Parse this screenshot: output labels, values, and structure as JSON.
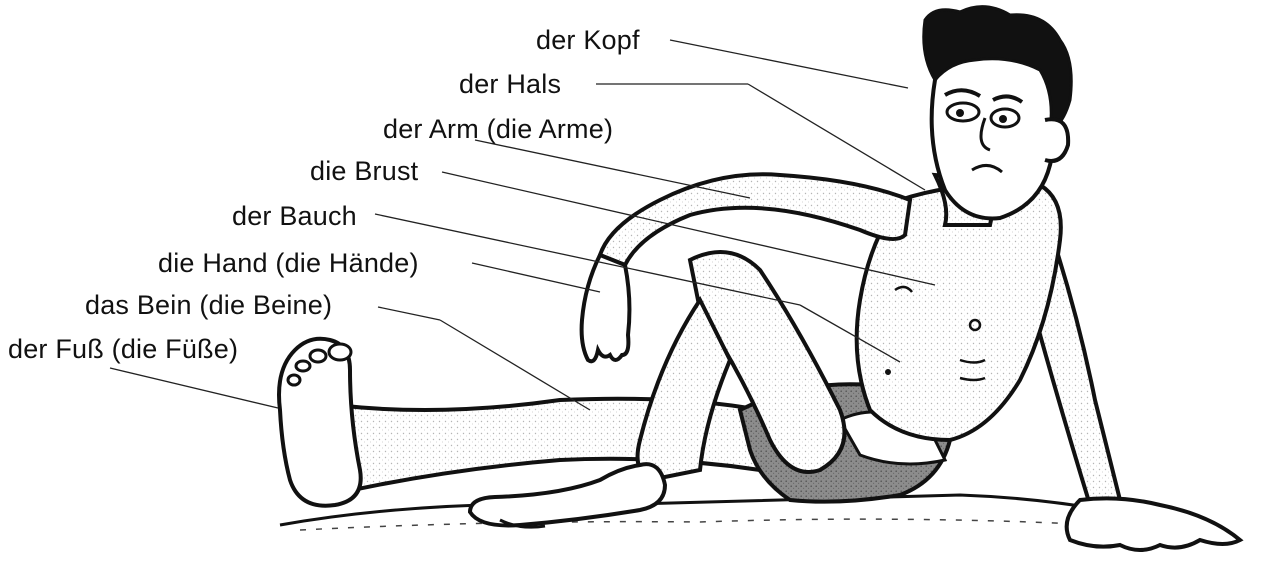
{
  "labels": {
    "kopf": "der Kopf",
    "hals": "der Hals",
    "arm": "der Arm (die Arme)",
    "brust": "die Brust",
    "bauch": "der Bauch",
    "hand": "die Hand (die Hände)",
    "bein": "das Bein (die Beine)",
    "fuss": "der Fuß (die Füße)"
  },
  "colors": {
    "ink": "#111111",
    "shade": "#9a9a9a",
    "shorts": "#6e6e6e",
    "paper": "#ffffff"
  }
}
